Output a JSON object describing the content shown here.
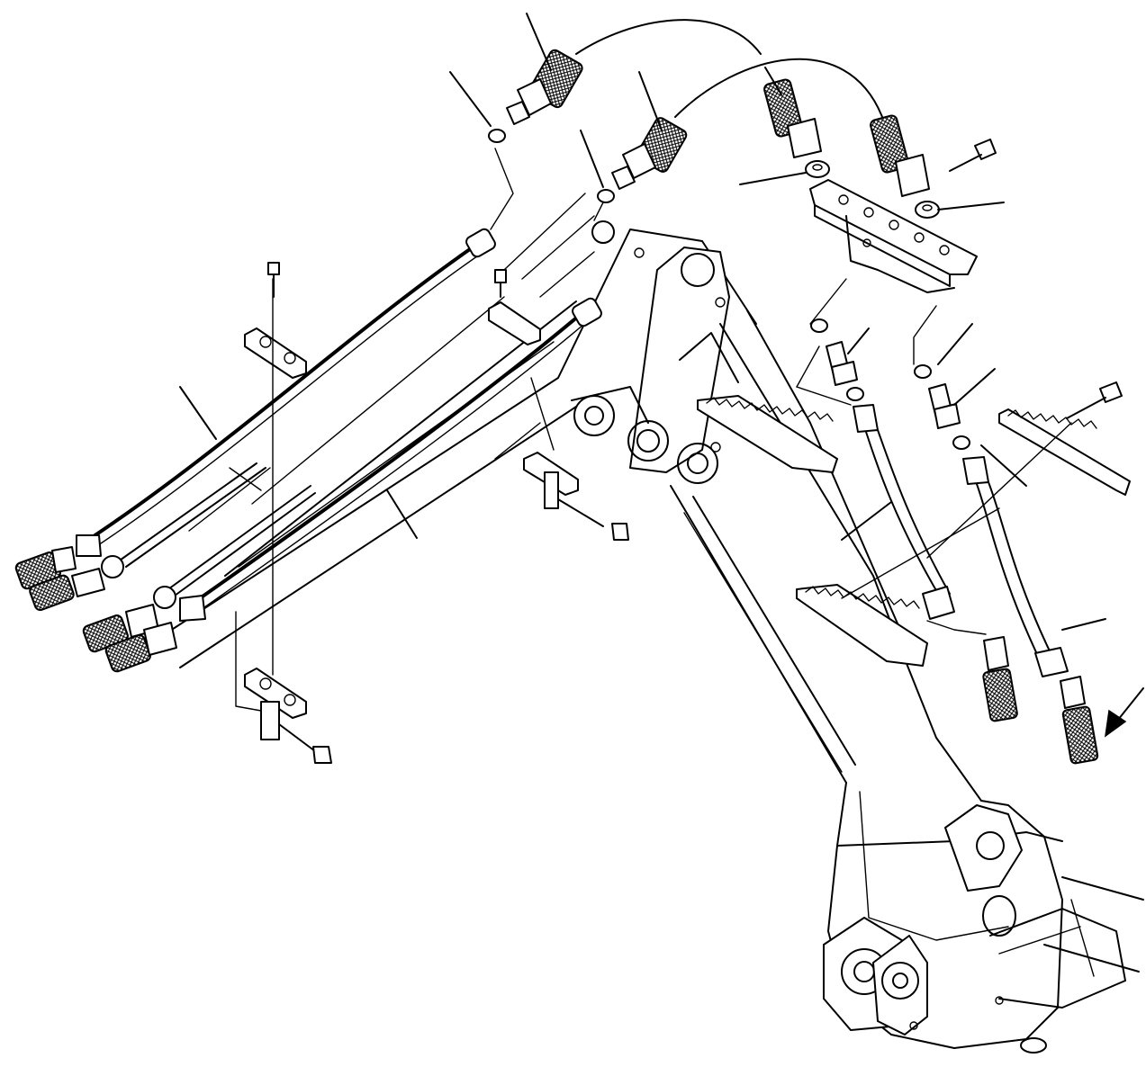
{
  "diagram": {
    "colors": {
      "ink": "#000000",
      "paper": "#ffffff"
    },
    "callouts": [
      "hose-coupler-top-left",
      "o-ring-top-left",
      "hose-coupler-top-center",
      "o-ring-top-center",
      "hose-top-center",
      "washer-left-bracket",
      "washer-right-bracket",
      "hose-assembly-left",
      "hose-assembly-center",
      "clamp-bracket-center",
      "adapter-right-1",
      "o-ring-right-1",
      "adapter-right-2",
      "o-ring-right-2",
      "steel-tube-right-1",
      "steel-tube-right-2",
      "direction-arrow"
    ]
  }
}
